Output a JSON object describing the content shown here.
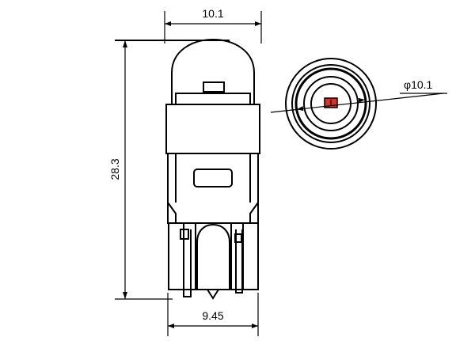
{
  "dimensions": {
    "top_width": "10.1",
    "height": "28.3",
    "base_width": "9.45",
    "lens_diameter": "φ10.1"
  },
  "colors": {
    "line": "#000000",
    "chip": "#d8312a",
    "background": "#ffffff"
  }
}
